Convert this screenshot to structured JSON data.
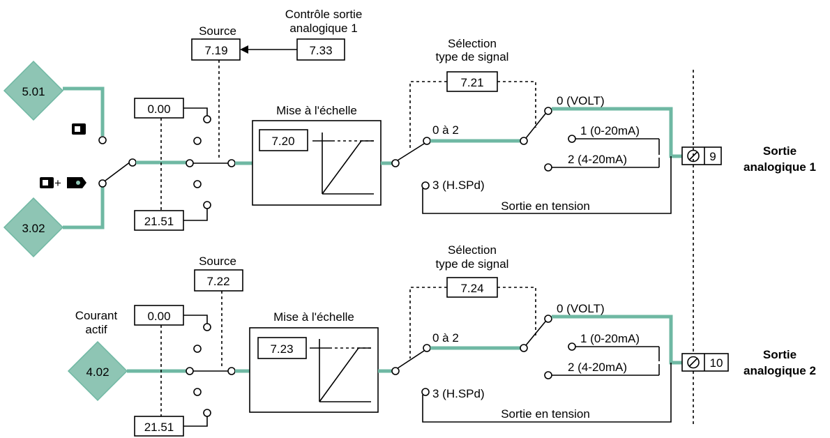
{
  "colors": {
    "signal": "#6fb8a3",
    "diamond_fill": "#8ec5b4"
  },
  "icons": [
    "digital-input-icon",
    "keypad-plus-icon",
    "keypad-minus-icon",
    "terminal-screw-icon"
  ],
  "output1": {
    "control_label_line1": "Contrôle sortie",
    "control_label_line2": "analogique 1",
    "control_param": "7.33",
    "source_label": "Source",
    "source_param": "7.19",
    "input_a": "5.01",
    "input_b": "3.02",
    "preset_top": "0.00",
    "preset_bottom": "21.51",
    "scaling_label": "Mise à l'échelle",
    "scaling_param": "7.20",
    "signal_select_line1": "Sélection",
    "signal_select_line2": "type de signal",
    "signal_select_param": "7.21",
    "range_label": "0 à 2",
    "opt0": "0 (VOLT)",
    "opt1": "1 (0-20mA)",
    "opt2": "2 (4-20mA)",
    "opt3": "3 (H.SPd)",
    "voltage_out": "Sortie en tension",
    "terminal": "9",
    "output_line1": "Sortie",
    "output_line2": "analogique 1"
  },
  "output2": {
    "source_label": "Source",
    "source_param": "7.22",
    "active_current_line1": "Courant",
    "active_current_line2": "actif",
    "input_a": "4.02",
    "preset_top": "0.00",
    "preset_bottom": "21.51",
    "scaling_label": "Mise à l'échelle",
    "scaling_param": "7.23",
    "signal_select_line1": "Sélection",
    "signal_select_line2": "type de signal",
    "signal_select_param": "7.24",
    "range_label": "0 à 2",
    "opt0": "0 (VOLT)",
    "opt1": "1 (0-20mA)",
    "opt2": "2 (4-20mA)",
    "opt3": "3 (H.SPd)",
    "voltage_out": "Sortie en tension",
    "terminal": "10",
    "output_line1": "Sortie",
    "output_line2": "analogique 2"
  }
}
